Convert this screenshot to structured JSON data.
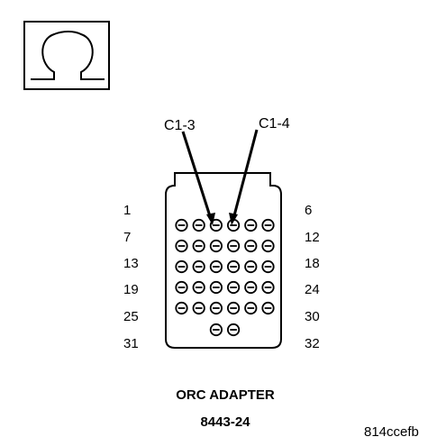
{
  "meter_symbol": {
    "icon": "ohm-icon",
    "glyph": "Ω"
  },
  "callouts": [
    {
      "label": "C1-3",
      "target_pin": 3
    },
    {
      "label": "C1-4",
      "target_pin": 4
    }
  ],
  "pin_rows": [
    {
      "left": "1",
      "right": "6",
      "pins": 6
    },
    {
      "left": "7",
      "right": "12",
      "pins": 6
    },
    {
      "left": "13",
      "right": "18",
      "pins": 6
    },
    {
      "left": "19",
      "right": "24",
      "pins": 6
    },
    {
      "left": "25",
      "right": "30",
      "pins": 6
    },
    {
      "left": "31",
      "right": "32",
      "pins": 2
    }
  ],
  "adapter_name": "ORC ADAPTER",
  "adapter_part_number": "8443-24",
  "figure_id": "814ccefb"
}
